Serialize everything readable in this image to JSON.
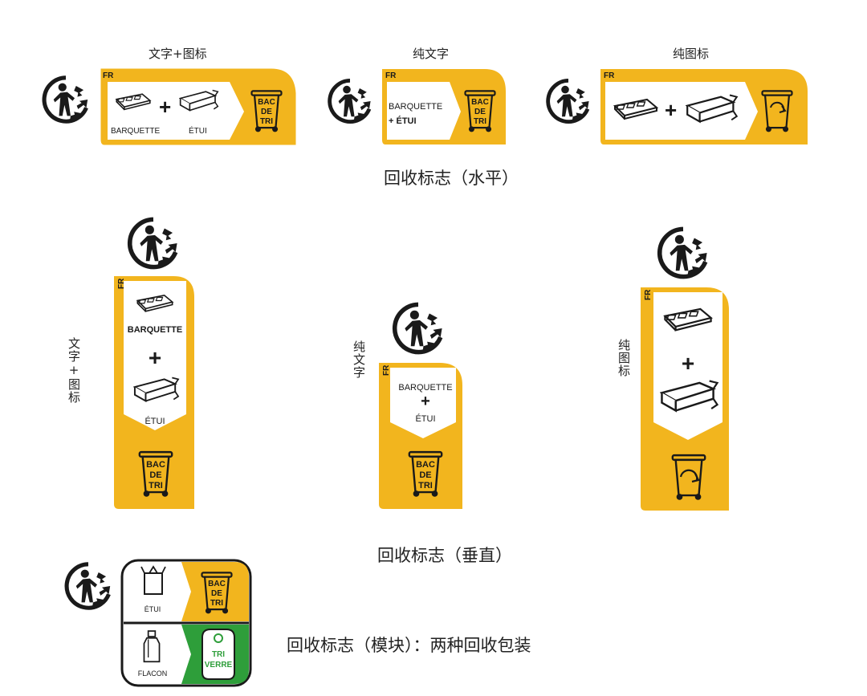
{
  "colors": {
    "yellow": "#F2B51E",
    "pale_yellow": "#FBE9A8",
    "green": "#2E9E3A",
    "ink": "#1a1a1a"
  },
  "horizontal": {
    "section_title": "回收标志（水平）",
    "captions": [
      "文字+图标",
      "纯文字",
      "纯图标"
    ],
    "fr": "FR",
    "barquette": "BARQUETTE",
    "etui": "ÉTUI",
    "plus": "+",
    "plus_etui": "+ ÉTUI",
    "bin_lines": [
      "BAC",
      "DE",
      "TRI"
    ]
  },
  "vertical": {
    "section_title": "回收标志（垂直）",
    "captions": [
      "文字+图标",
      "纯文字",
      "纯图标"
    ],
    "fr": "FR",
    "barquette": "BARQUETTE",
    "etui": "ÉTUI",
    "plus": "+",
    "bin_lines": [
      "BAC",
      "DE",
      "TRI"
    ]
  },
  "module": {
    "section_title": "回收标志（模块）：两种回收包装",
    "etui": "ÉTUI",
    "flacon": "FLACON",
    "bin_lines": [
      "BAC",
      "DE",
      "TRI"
    ],
    "verre_lines": [
      "TRI",
      "VERRE"
    ]
  },
  "icons": [
    "triman-icon",
    "tray-icon",
    "box-icon",
    "bin-icon",
    "recycle-bin-icon",
    "bottle-icon",
    "glass-bank-icon"
  ]
}
